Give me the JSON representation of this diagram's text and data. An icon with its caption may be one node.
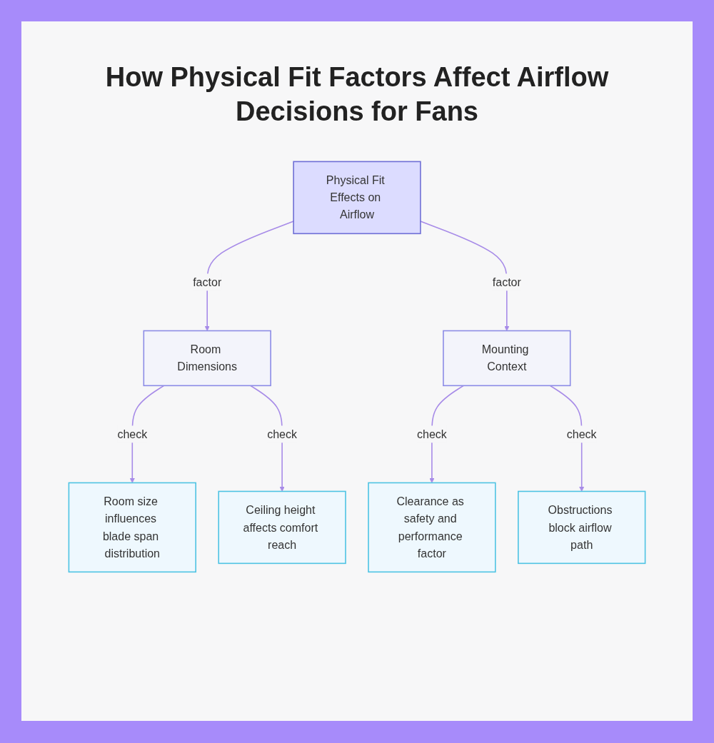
{
  "diagram": {
    "title": "How Physical Fit Factors Affect Airflow Decisions for Fans",
    "nodes": [
      {
        "text": [
          "Physical Fit Effects on Airflow"
        ]
      },
      {
        "text": [
          "Room Dimensions"
        ]
      },
      {
        "text": [
          "Mounting Context"
        ]
      },
      {
        "text": [
          "Room size influences blade span distribution"
        ]
      },
      {
        "text": [
          "Ceiling height affects comfort reach"
        ]
      },
      {
        "text": [
          "Clearance as safety and performance factor"
        ]
      },
      {
        "text": [
          "Obstructions block airflow path"
        ]
      }
    ],
    "edges": [
      {
        "from": 0,
        "to": 1,
        "arrow": "to",
        "label": "factor"
      },
      {
        "from": 0,
        "to": 2,
        "arrow": "to",
        "label": "factor"
      },
      {
        "from": 1,
        "to": 3,
        "arrow": "to",
        "label": "check"
      },
      {
        "from": 1,
        "to": 4,
        "arrow": "to",
        "label": "check"
      },
      {
        "from": 2,
        "to": 5,
        "arrow": "to",
        "label": "check"
      },
      {
        "from": 2,
        "to": 6,
        "arrow": "to",
        "label": "check"
      }
    ]
  }
}
